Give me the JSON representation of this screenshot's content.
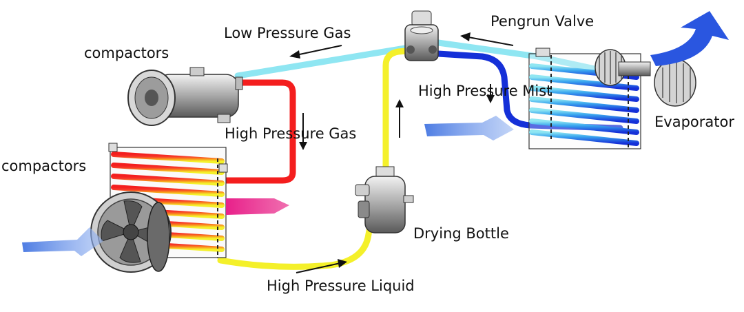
{
  "labels": {
    "low_pressure_gas": "Low Pressure Gas",
    "pengrun_valve": "Pengrun Valve",
    "compactors_top": "compactors",
    "high_pressure_mist": "High Pressure Mist",
    "high_pressure_gas": "High Pressure Gas",
    "evaporator": "Evaporator",
    "compactors_left": "compactors",
    "drying_bottle": "Drying Bottle",
    "high_pressure_liquid": "High Pressure Liquid"
  },
  "colors": {
    "low_pressure_line": "#8fe6f2",
    "high_pressure_gas_line": "#f41e1e",
    "high_pressure_liquid_line": "#f4f02a",
    "high_pressure_mist_line": "#1530d8",
    "airflow_arrow": "#3a6ee0",
    "hot_air_arrow": "#e8208a"
  },
  "icons": [
    "compressor-icon",
    "condenser-icon",
    "fan-icon",
    "expansion-valve-icon",
    "drying-bottle-icon",
    "evaporator-icon",
    "blower-icon"
  ]
}
